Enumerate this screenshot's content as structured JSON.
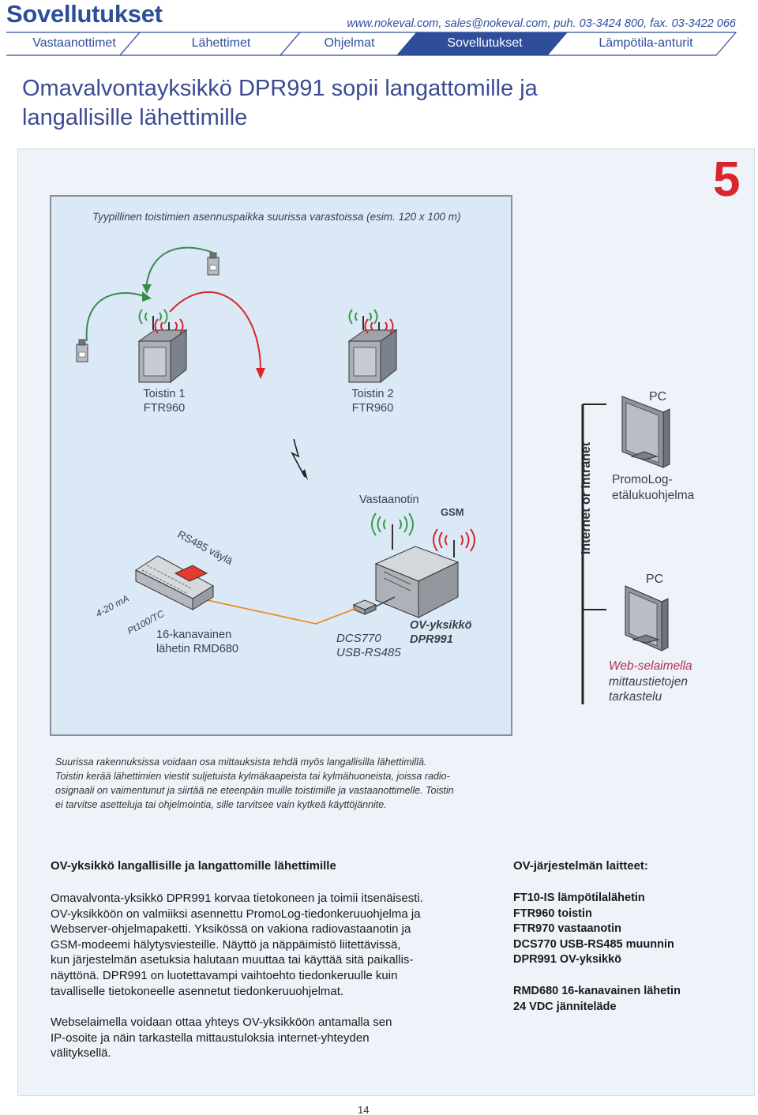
{
  "header": {
    "brand": "Sovellutukset",
    "contact": "www.nokeval.com, sales@nokeval.com, puh. 03-3424 800, fax. 03-3422 066"
  },
  "nav": {
    "tabs": [
      {
        "label": "Vastaanottimet"
      },
      {
        "label": "Lähettimet"
      },
      {
        "label": "Ohjelmat"
      },
      {
        "label": "Sovellutukset"
      },
      {
        "label": "Lämpötila-anturit"
      }
    ],
    "active_index": 3
  },
  "title": "Omavalvontayksikkö DPR991 sopii langattomille ja langallisille lähettimille",
  "section_number": "5",
  "diagram": {
    "heading": "Tyypillinen toistimien asennuspaikka suurissa varastoissa (esim. 120 x 100 m)",
    "repeater1": [
      "Toistin 1",
      "FTR960"
    ],
    "repeater2": [
      "Toistin 2",
      "FTR960"
    ],
    "pc1": "PC",
    "pc2": "PC",
    "receiver": "Vastaanotin",
    "gsm": "GSM",
    "network": "Internet or Intranet",
    "promolog": [
      "PromoLog-",
      "etälukuohjelma"
    ],
    "rs485": "RS485 väylä",
    "current_loop": "4-20 mA",
    "pt100": "Pt100/TC",
    "rmd": [
      "16-kanavainen",
      "lähetin RMD680"
    ],
    "dcs": [
      "DCS770",
      "USB-RS485"
    ],
    "ov_unit": [
      "OV-yksikkö",
      "DPR991"
    ],
    "web_title": "Web-selaimella",
    "web_lines": [
      "mittaustietojen",
      "tarkastelu"
    ]
  },
  "caption": [
    "Suurissa rakennuksissa voidaan osa mittauksista tehdä myös langallisilla lähettimillä.",
    "Toistin kerää lähettimien viestit suljetuista kylmäkaapeista tai kylmähuoneista, joissa radio-",
    "osignaali on vaimentunut ja siirtää ne eteenpäin muille toistimille ja vastaanottimelle. Toistin",
    "ei tarvitse asetteluja tai ohjelmointia, sille tarvitsee vain kytkeä käyttöjännite."
  ],
  "left_column": {
    "heading": "OV-yksikkö langallisille ja langattomille lähettimille",
    "para1": [
      "Omavalvonta-yksikkö DPR991 korvaa tietokoneen ja toimii itsenäisesti.",
      "OV-yksikköön on valmiiksi asennettu PromoLog-tiedonkeruuohjelma ja",
      "Webserver-ohjelmapaketti. Yksikössä on vakiona radiovastaanotin ja",
      "GSM-modeemi hälytysviesteille. Näyttö ja näppäimistö liitettävissä,",
      "kun järjestelmän asetuksia halutaan muuttaa tai käyttää sitä paikallis-",
      "näyttönä. DPR991 on luotettavampi vaihtoehto tiedonkeruulle kuin",
      "tavalliselle tietokoneelle asennetut tiedonkeruuohjelmat."
    ],
    "para2": [
      "Webselaimella voidaan ottaa yhteys OV-yksikköön antamalla sen",
      "IP-osoite ja näin tarkastella mittaustuloksia internet-yhteyden",
      "välityksellä."
    ]
  },
  "right_column": {
    "heading": "OV-järjestelmän laitteet:",
    "items": [
      "FT10-IS lämpötilalähetin",
      "FTR960 toistin",
      "FTR970 vastaanotin",
      "DCS770 USB-RS485 muunnin",
      "DPR991 OV-yksikkö"
    ],
    "items2": [
      "RMD680 16-kanavainen lähetin",
      "24 VDC jänniteläde"
    ]
  },
  "page_number": "14",
  "colors": {
    "brand_blue": "#2e4d9a",
    "tab_active": "#2e4d9a",
    "section_red": "#d8262c",
    "diagram_bg": "#dbe9f7",
    "signal_green": "#3a9a4a",
    "signal_red": "#d8262c",
    "cable_orange": "#f08a24"
  }
}
